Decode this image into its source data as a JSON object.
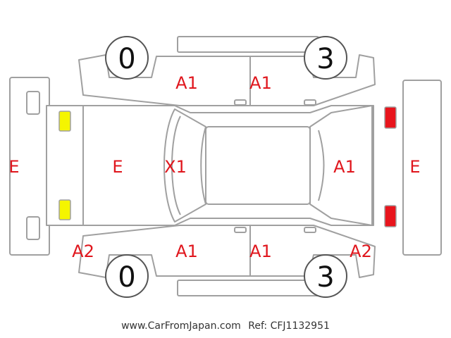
{
  "diagram": {
    "labels": {
      "front_bumper": "E",
      "hood": "E",
      "windshield": "X1",
      "rear_hatch": "A1",
      "rear_bumper": "E",
      "door_front_left": "A1",
      "door_rear_left": "A1",
      "door_front_right": "A1",
      "door_rear_right": "A1",
      "fender_front_right": "A2",
      "fender_rear_right": "A2"
    },
    "wheels": {
      "front_left": "0",
      "rear_left": "3",
      "front_right": "0",
      "rear_right": "3"
    },
    "colors": {
      "outline": "#a0a0a0",
      "label": "#e0161d",
      "front_lamp": "#f5f500",
      "rear_lamp": "#e8141c"
    }
  },
  "footer": {
    "site": "www.CarFromJapan.com",
    "ref": "Ref: CFJ1132951"
  }
}
